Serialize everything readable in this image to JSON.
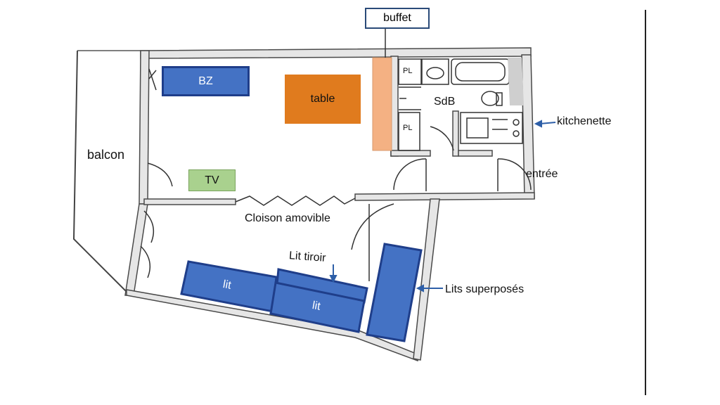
{
  "labels": {
    "buffet": "buffet",
    "balcon": "balcon",
    "bz": "BZ",
    "table": "table",
    "tv": "TV",
    "sdb": "SdB",
    "kitchenette": "kitchenette",
    "entree": "entrée",
    "cloison": "Cloison amovible",
    "lit_tiroir": "Lit tiroir",
    "lits_superposes": "Lits superposés",
    "lit_1": "lit",
    "lit_2": "lit",
    "pl_1": "PL",
    "pl_2": "PL"
  },
  "colors": {
    "furniture_blue": "#4472c4",
    "table_orange": "#e07b1e",
    "buffet_peach": "#f4b183",
    "tv_green": "#a9d18e",
    "arrow_blue": "#2e5fa8",
    "wall": "#4a4a4a"
  }
}
